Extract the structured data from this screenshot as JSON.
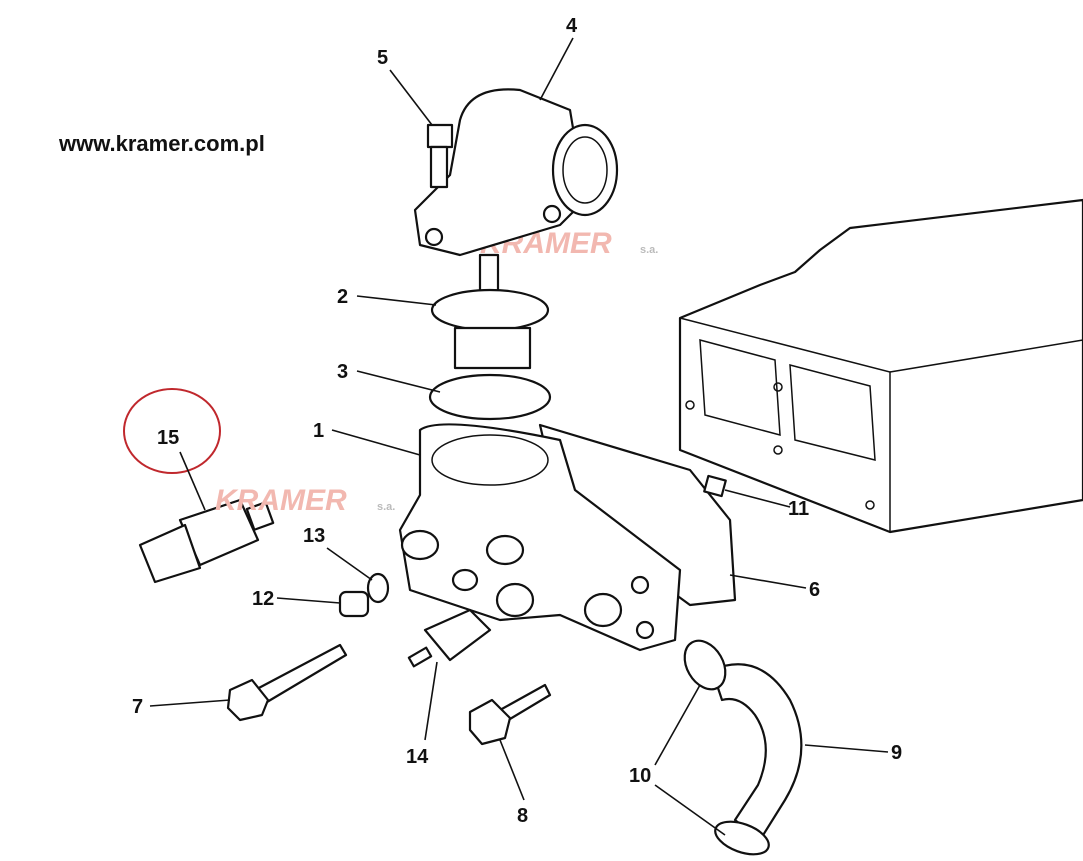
{
  "website": "www.kramer.com.pl",
  "watermark": {
    "brand": "KRAMER",
    "suffix": "s.a."
  },
  "highlight_color": "#c0282d",
  "highlighted_part": "15",
  "callouts": [
    "1",
    "2",
    "3",
    "4",
    "5",
    "6",
    "7",
    "8",
    "9",
    "10",
    "11",
    "12",
    "13",
    "14",
    "15"
  ]
}
